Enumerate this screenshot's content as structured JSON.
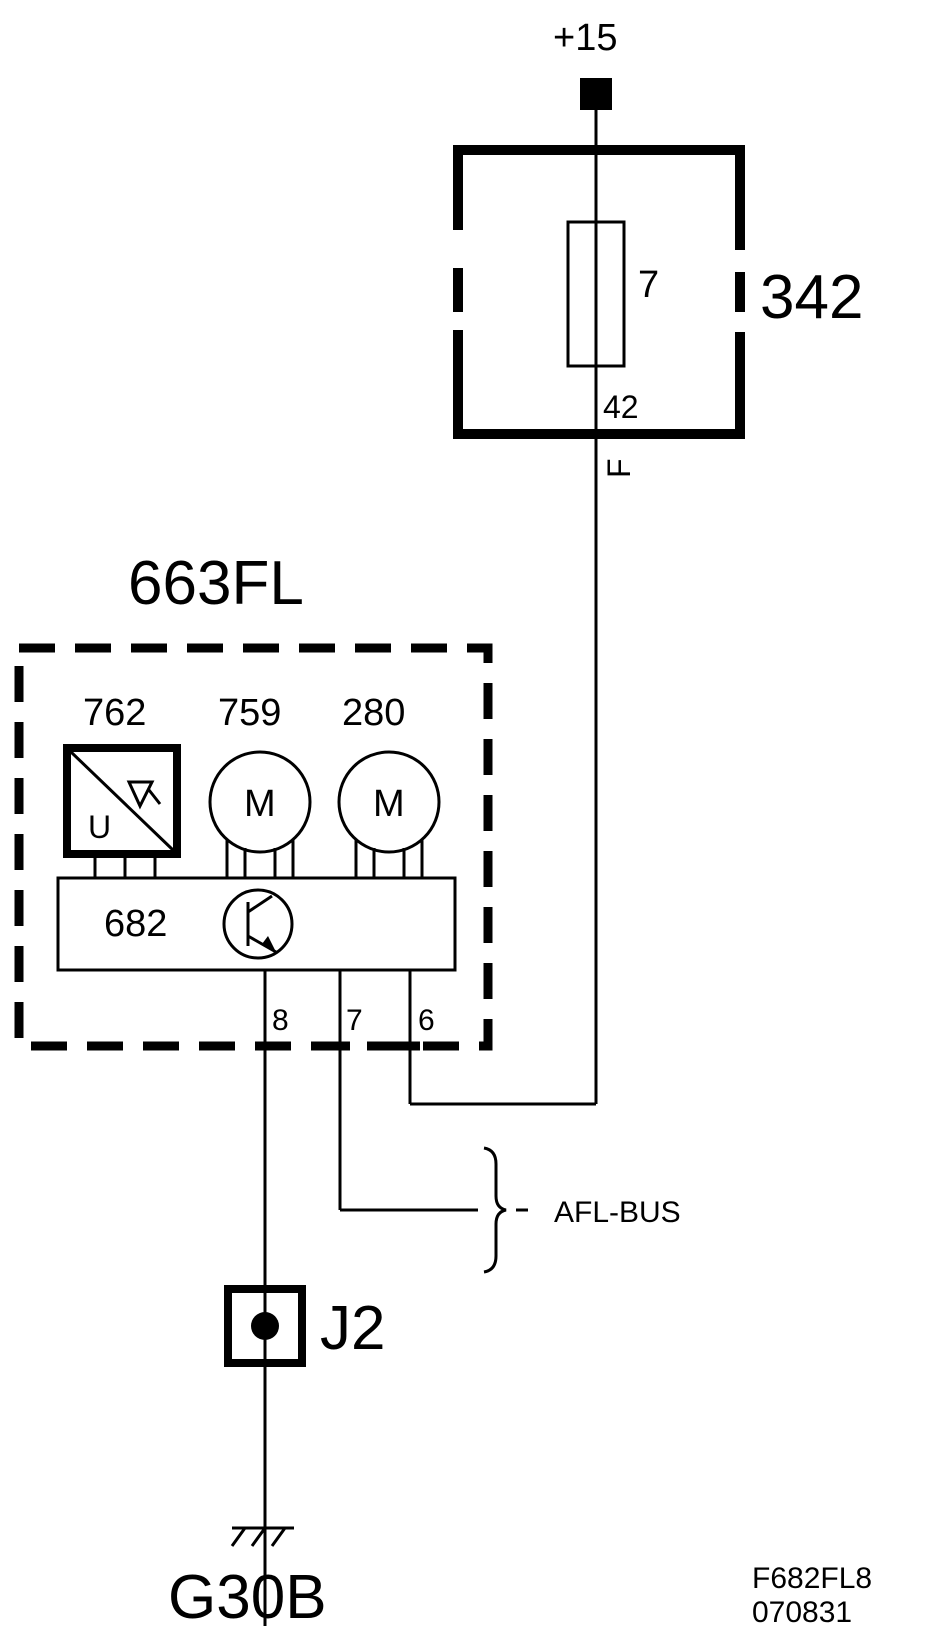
{
  "diagram": {
    "supply": {
      "label": "+15"
    },
    "fuse_box": {
      "label": "342",
      "fuse_number": "7",
      "pin": "42",
      "wire_letter": "F"
    },
    "module": {
      "label": "663FL",
      "components": [
        {
          "id": "762",
          "symbol_letter": "U"
        },
        {
          "id": "759",
          "symbol_letter": "M"
        },
        {
          "id": "280",
          "symbol_letter": "M"
        }
      ],
      "control_unit": {
        "id": "682"
      },
      "pins": [
        "8",
        "7",
        "6"
      ]
    },
    "bus": {
      "label": "AFL-BUS"
    },
    "junction": {
      "label": "J2"
    },
    "ground": {
      "label": "G30B"
    },
    "footer": {
      "code": "F682FL8",
      "date": "070831"
    }
  }
}
